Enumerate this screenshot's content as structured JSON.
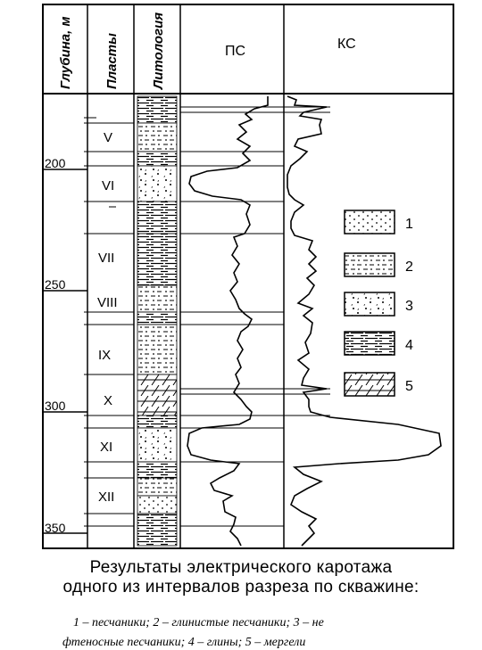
{
  "headers": {
    "depth": "Глубина, м",
    "layers": "Пласты",
    "lithology": "Литология",
    "ps": "ПС",
    "ks": "КС"
  },
  "depth_ticks": [
    "200",
    "250",
    "300",
    "350"
  ],
  "layer_labels": [
    "V",
    "VI",
    "VII",
    "VIII",
    "IX",
    "X",
    "XI",
    "XII"
  ],
  "legend_numbers": [
    "1",
    "2",
    "3",
    "4",
    "5"
  ],
  "caption": {
    "title_line1": "Результаты электрического каротажа",
    "title_line2": "одного из интервалов разреза по скважине:",
    "legend_line1": "1 – песчаники; 2 – глинистые песчаники; 3 – не",
    "legend_line2": "фтеносные песчаники; 4 – глины; 5 – мергели"
  },
  "colors": {
    "ink": "#000000",
    "paper": "#ffffff"
  }
}
